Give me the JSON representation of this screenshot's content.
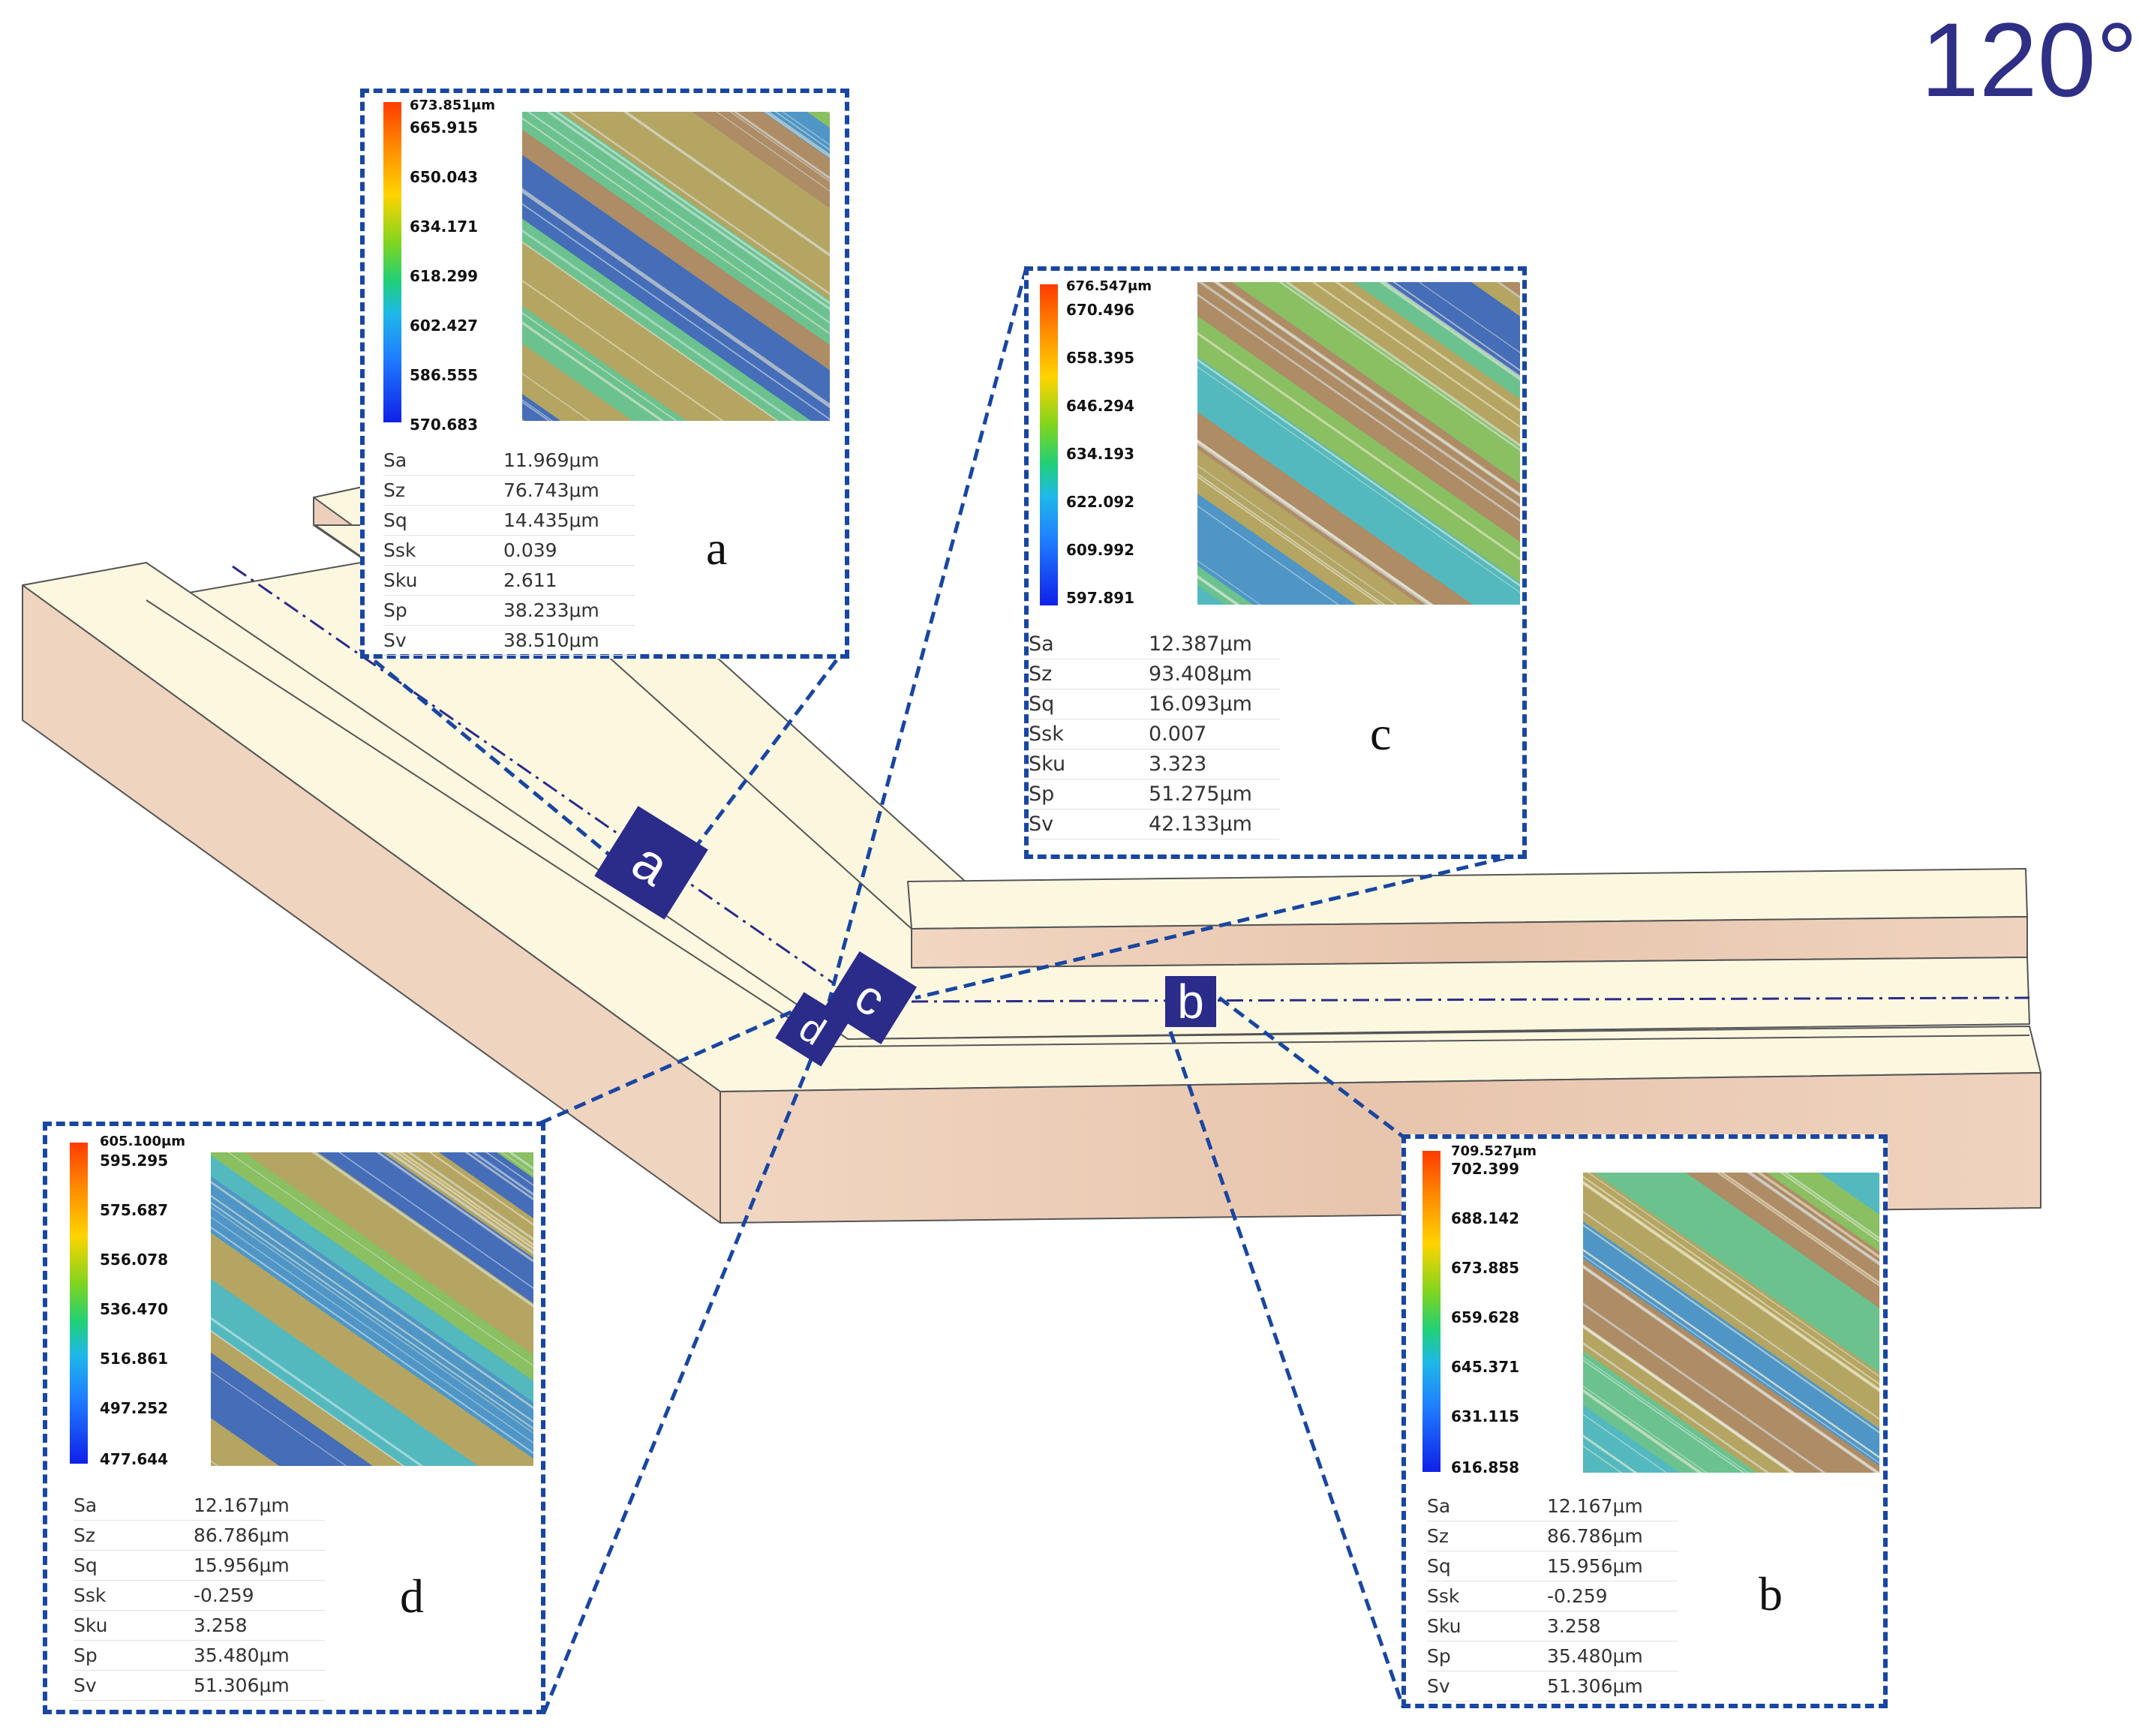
{
  "figure": {
    "angle": "120°"
  },
  "markers": [
    {
      "label": "a"
    },
    {
      "label": "b"
    },
    {
      "label": "c"
    },
    {
      "label": "d"
    }
  ],
  "panels": {
    "a": {
      "letter": "a",
      "scale_max": "673.851μm",
      "ticks": [
        "665.915",
        "650.043",
        "634.171",
        "618.299",
        "602.427",
        "586.555",
        "570.683"
      ],
      "stats": [
        {
          "k": "Sa",
          "v": "11.969μm"
        },
        {
          "k": "Sz",
          "v": "76.743μm"
        },
        {
          "k": "Sq",
          "v": "14.435μm"
        },
        {
          "k": "Ssk",
          "v": "0.039"
        },
        {
          "k": "Sku",
          "v": "2.611"
        },
        {
          "k": "Sp",
          "v": "38.233μm"
        },
        {
          "k": "Sv",
          "v": "38.510μm"
        }
      ]
    },
    "c": {
      "letter": "c",
      "scale_max": "676.547μm",
      "ticks": [
        "670.496",
        "658.395",
        "646.294",
        "634.193",
        "622.092",
        "609.992",
        "597.891"
      ],
      "stats": [
        {
          "k": "Sa",
          "v": "12.387μm"
        },
        {
          "k": "Sz",
          "v": "93.408μm"
        },
        {
          "k": "Sq",
          "v": "16.093μm"
        },
        {
          "k": "Ssk",
          "v": "0.007"
        },
        {
          "k": "Sku",
          "v": "3.323"
        },
        {
          "k": "Sp",
          "v": "51.275μm"
        },
        {
          "k": "Sv",
          "v": "42.133μm"
        }
      ]
    },
    "d": {
      "letter": "d",
      "scale_max": "605.100μm",
      "ticks": [
        "595.295",
        "575.687",
        "556.078",
        "536.470",
        "516.861",
        "497.252",
        "477.644"
      ],
      "stats": [
        {
          "k": "Sa",
          "v": "12.167μm"
        },
        {
          "k": "Sz",
          "v": "86.786μm"
        },
        {
          "k": "Sq",
          "v": "15.956μm"
        },
        {
          "k": "Ssk",
          "v": "-0.259"
        },
        {
          "k": "Sku",
          "v": "3.258"
        },
        {
          "k": "Sp",
          "v": "35.480μm"
        },
        {
          "k": "Sv",
          "v": "51.306μm"
        }
      ]
    },
    "b": {
      "letter": "b",
      "scale_max": "709.527μm",
      "ticks": [
        "702.399",
        "688.142",
        "673.885",
        "659.628",
        "645.371",
        "631.115",
        "616.858"
      ],
      "stats": [
        {
          "k": "Sa",
          "v": "12.167μm"
        },
        {
          "k": "Sz",
          "v": "86.786μm"
        },
        {
          "k": "Sq",
          "v": "15.956μm"
        },
        {
          "k": "Ssk",
          "v": "-0.259"
        },
        {
          "k": "Sku",
          "v": "3.258"
        },
        {
          "k": "Sp",
          "v": "35.480μm"
        },
        {
          "k": "Sv",
          "v": "51.306μm"
        }
      ]
    }
  },
  "colors": {
    "dash_blue": "#1946a0",
    "marker_fill": "#2b2b8a",
    "top_face": "#fcf8e0",
    "side_face": "#e9c8b0"
  }
}
